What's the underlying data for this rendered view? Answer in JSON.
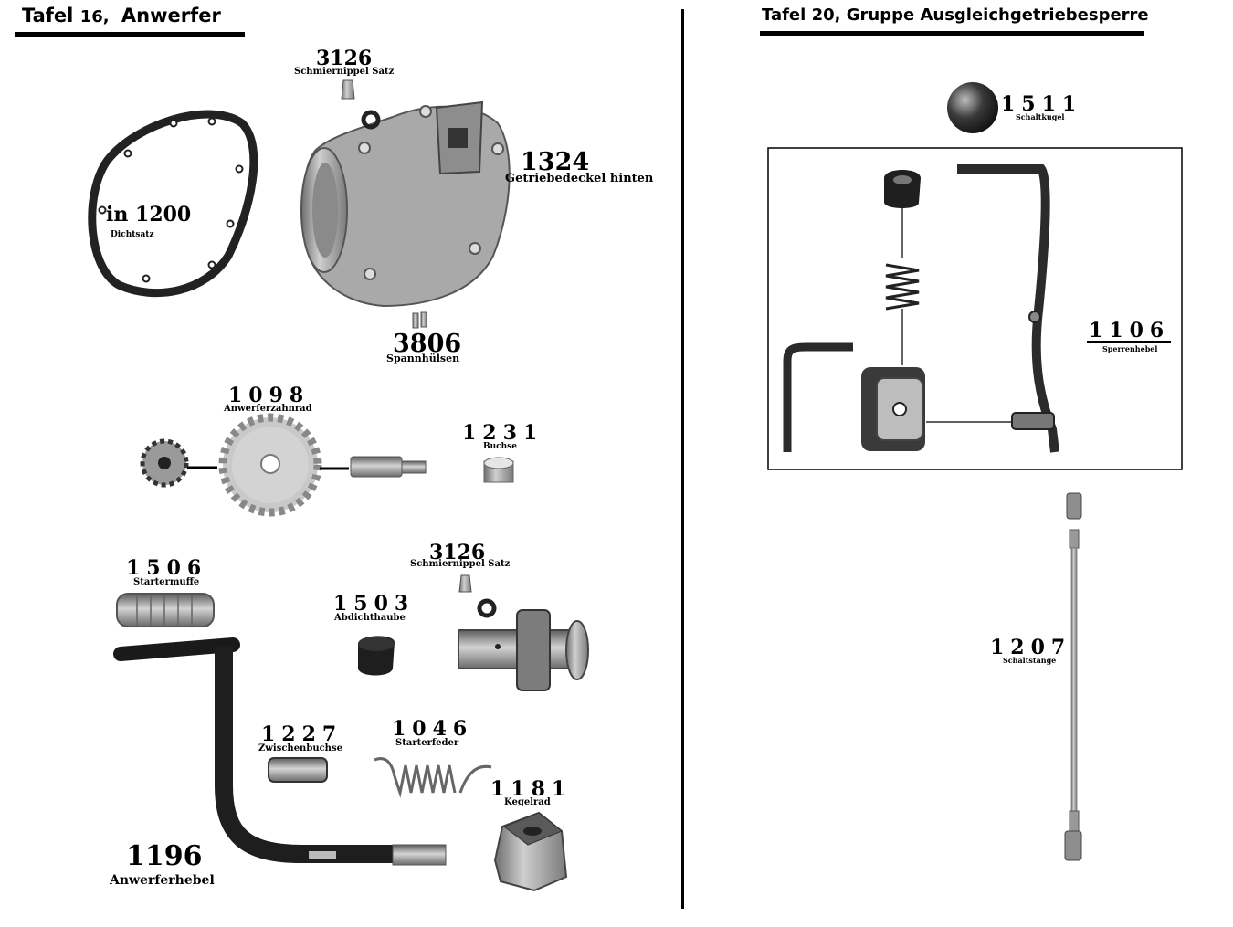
{
  "left_page": {
    "title_prefix": "Tafel",
    "title_number": "16,",
    "title_name": "Anwerfer",
    "parts": [
      {
        "number": "3126",
        "label": "Schmiernippel Satz"
      },
      {
        "number": "1324",
        "label": "Getriebedeckel hinten"
      },
      {
        "number": "in 1200",
        "label": "Dichtsatz"
      },
      {
        "number": "3806",
        "label": "Spannhülsen"
      },
      {
        "number": "1098",
        "label": "Anwerferzahnrad"
      },
      {
        "number": "1231",
        "label": "Buchse"
      },
      {
        "number": "1506",
        "label": "Startermuffe"
      },
      {
        "number": "3126",
        "label": "Schmiernippel Satz"
      },
      {
        "number": "1503",
        "label": "Abdichthaube"
      },
      {
        "number": "1227",
        "label": "Zwischenbuchse"
      },
      {
        "number": "1046",
        "label": "Starterfeder"
      },
      {
        "number": "1181",
        "label": "Kegelrad"
      },
      {
        "number": "1196",
        "label": "Anwerferhebel"
      }
    ]
  },
  "right_page": {
    "title": "Tafel 20, Gruppe Ausgleichgetriebesperre",
    "parts": [
      {
        "number": "1511",
        "label": "Schaltkugel"
      },
      {
        "number": "1106",
        "label": "Sperrenhebel"
      },
      {
        "number": "1207",
        "label": "Schaltstange"
      }
    ]
  },
  "colors": {
    "ink": "#000000",
    "metal": "#9a9a9a",
    "dark_part": "#2a2a2a",
    "paper": "#ffffff"
  }
}
